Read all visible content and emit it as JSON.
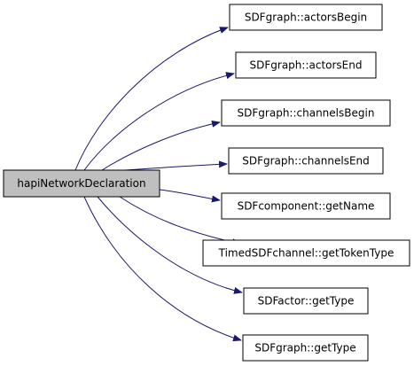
{
  "graph": {
    "colors": {
      "edge": "#191970",
      "root_fill": "#bfbfbf",
      "node_fill": "#ffffff",
      "border": "#000000"
    },
    "root": {
      "id": "root",
      "label": "hapiNetworkDeclaration"
    },
    "nodes": [
      {
        "id": "n0",
        "label": "SDFgraph::actorsBegin"
      },
      {
        "id": "n1",
        "label": "SDFgraph::actorsEnd"
      },
      {
        "id": "n2",
        "label": "SDFgraph::channelsBegin"
      },
      {
        "id": "n3",
        "label": "SDFgraph::channelsEnd"
      },
      {
        "id": "n4",
        "label": "SDFcomponent::getName"
      },
      {
        "id": "n5",
        "label": "TimedSDFchannel::getTokenType"
      },
      {
        "id": "n6",
        "label": "SDFactor::getType"
      },
      {
        "id": "n7",
        "label": "SDFgraph::getType"
      }
    ],
    "edges": [
      {
        "from": "root",
        "to": "n0"
      },
      {
        "from": "root",
        "to": "n1"
      },
      {
        "from": "root",
        "to": "n2"
      },
      {
        "from": "root",
        "to": "n3"
      },
      {
        "from": "root",
        "to": "n4"
      },
      {
        "from": "root",
        "to": "n5"
      },
      {
        "from": "root",
        "to": "n6"
      },
      {
        "from": "root",
        "to": "n7"
      }
    ]
  }
}
